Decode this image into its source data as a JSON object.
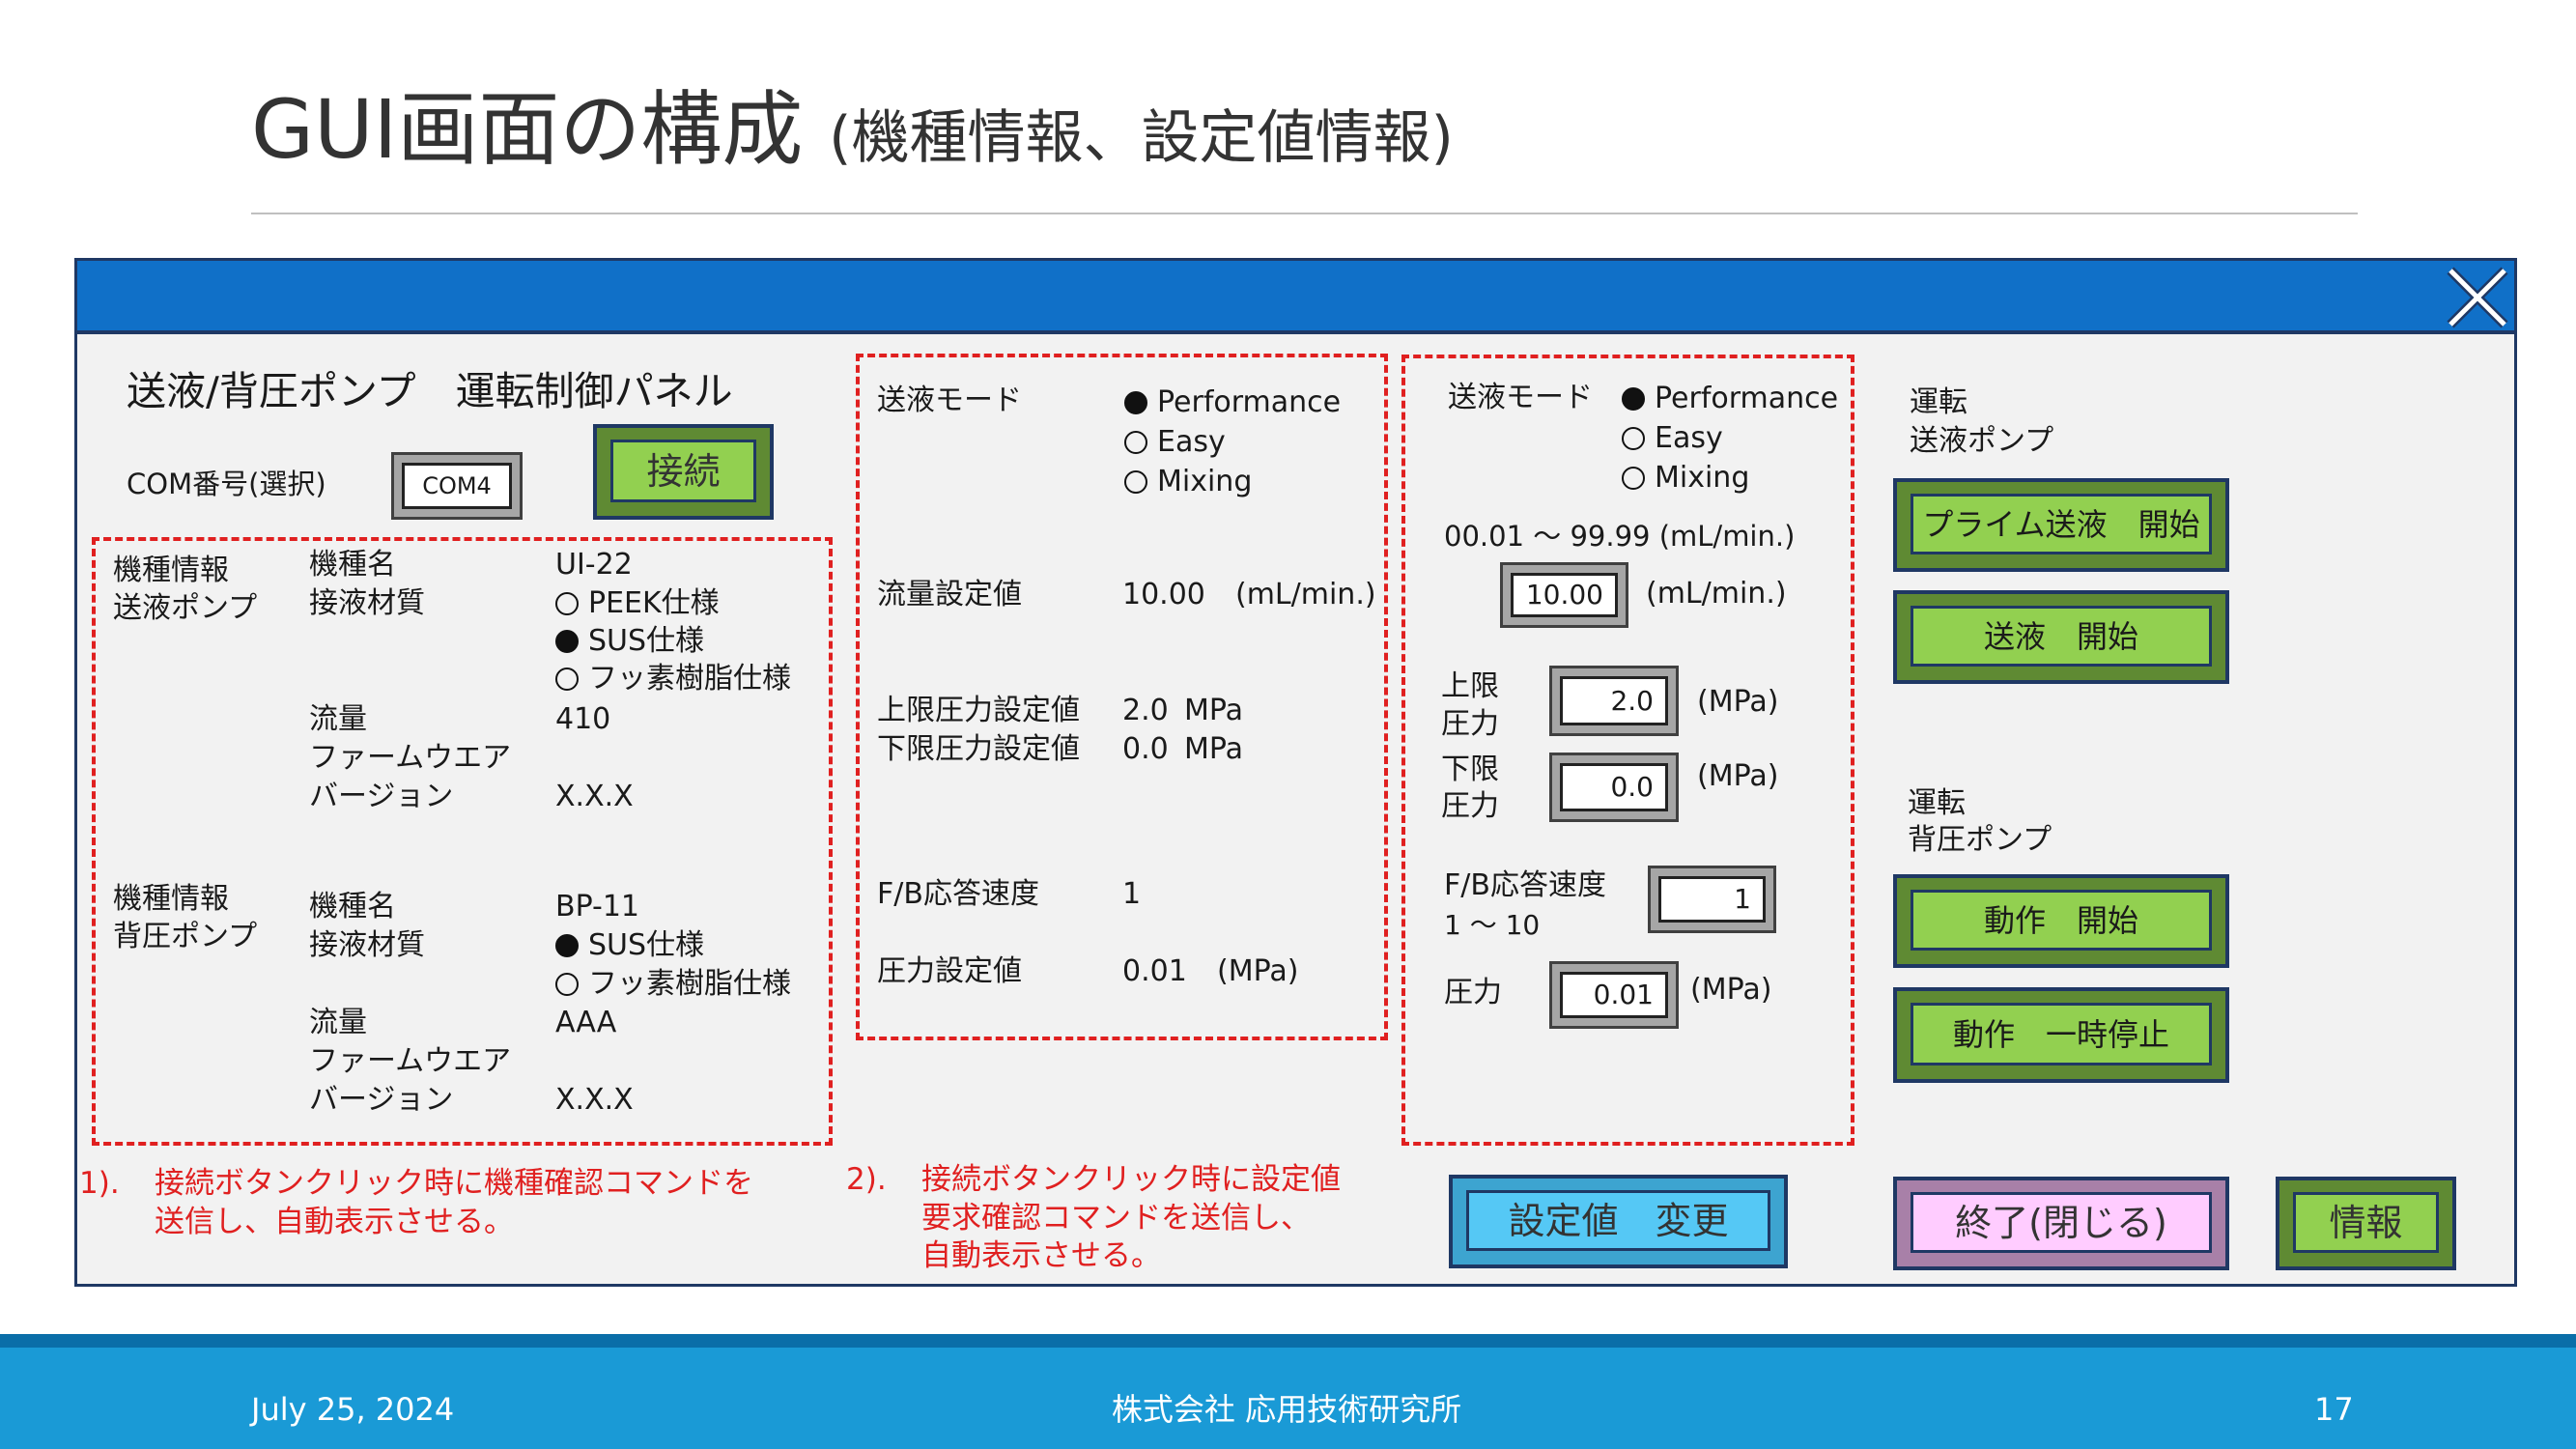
{
  "slide": {
    "title": "GUI画面の構成",
    "subtitle": "(機種情報、設定値情報)"
  },
  "window": {
    "close_icon": "close-x-icon",
    "panel_title": "送液/背圧ポンプ　運転制御パネル",
    "com_label": "COM番号(選択)",
    "com_value": "COM4",
    "connect_button": "接続",
    "device_info": {
      "pump": {
        "label1": "機種情報",
        "label2": "送液ポンプ",
        "model_label": "機種名",
        "model": "UI-22",
        "material_label": "接液材質",
        "materials": [
          {
            "text": "PEEK仕様",
            "selected": false
          },
          {
            "text": "SUS仕様",
            "selected": true
          },
          {
            "text": "フッ素樹脂仕様",
            "selected": false
          }
        ],
        "flow_label": "流量",
        "flow": "410",
        "fw_label1": "ファームウエア",
        "fw_label2": "バージョン",
        "fw": "X.X.X"
      },
      "bp": {
        "label1": "機種情報",
        "label2": "背圧ポンプ",
        "model_label": "機種名",
        "model": "BP-11",
        "material_label": "接液材質",
        "materials": [
          {
            "text": "SUS仕様",
            "selected": true
          },
          {
            "text": "フッ素樹脂仕様",
            "selected": false
          }
        ],
        "flow_label": "流量",
        "flow": "AAA",
        "fw_label1": "ファームウエア",
        "fw_label2": "バージョン",
        "fw": "X.X.X"
      }
    },
    "settings_info": {
      "mode_label": "送液モード",
      "modes": [
        {
          "text": "Performance",
          "selected": true
        },
        {
          "text": "Easy",
          "selected": false
        },
        {
          "text": "Mixing",
          "selected": false
        }
      ],
      "flow_label": "流量設定値",
      "flow": "10.00",
      "flow_unit": "(mL/min.)",
      "upper_label": "上限圧力設定値",
      "upper": "2.0",
      "upper_unit": "MPa",
      "lower_label": "下限圧力設定値",
      "lower": "0.0",
      "lower_unit": "MPa",
      "fb_label": "F/B応答速度",
      "fb": "1",
      "pressure_label": "圧力設定値",
      "pressure": "0.01",
      "pressure_unit": "(MPa)"
    },
    "settings_edit": {
      "mode_label": "送液モード",
      "modes": [
        {
          "text": "Performance",
          "selected": true
        },
        {
          "text": "Easy",
          "selected": false
        },
        {
          "text": "Mixing",
          "selected": false
        }
      ],
      "flow_range": "00.01 〜 99.99 (mL/min.)",
      "flow": "10.00",
      "flow_unit": "(mL/min.)",
      "upper_label1": "上限",
      "upper_label2": "圧力",
      "upper": "2.0",
      "upper_unit": "(MPa)",
      "lower_label1": "下限",
      "lower_label2": "圧力",
      "lower": "0.0",
      "lower_unit": "(MPa)",
      "fb_label": "F/B応答速度",
      "fb_range": "1 〜 10",
      "fb": "1",
      "pressure_label": "圧力",
      "pressure": "0.01",
      "pressure_unit": "(MPa)"
    },
    "pump_ops": {
      "label1": "運転",
      "label2": "送液ポンプ",
      "prime_button": "プライム送液　開始",
      "start_button": "送液　開始"
    },
    "bp_ops": {
      "label1": "運転",
      "label2": "背圧ポンプ",
      "start_button": "動作　開始",
      "pause_button": "動作　一時停止"
    },
    "change_button": "設定値　変更",
    "exit_button": "終了(閉じる)",
    "info_button": "情報",
    "note1": {
      "num": "1).",
      "line1": "接続ボタンクリック時に機種確認コマンドを",
      "line2": "送信し、自動表示させる。"
    },
    "note2": {
      "num": "2).",
      "line1": "接続ボタンクリック時に設定値",
      "line2": "要求確認コマンドを送信し、",
      "line3": "自動表示させる。"
    }
  },
  "footer": {
    "date": "July 25, 2024",
    "company": "株式会社 応用技術研究所",
    "page": "17"
  },
  "colors": {
    "titlebar": "#1070c8",
    "green_button": "#92d050",
    "blue_button": "#55c8f5",
    "pink_button": "#ffccff",
    "dashed": "#e02020",
    "footer": "#1a9ad6"
  }
}
